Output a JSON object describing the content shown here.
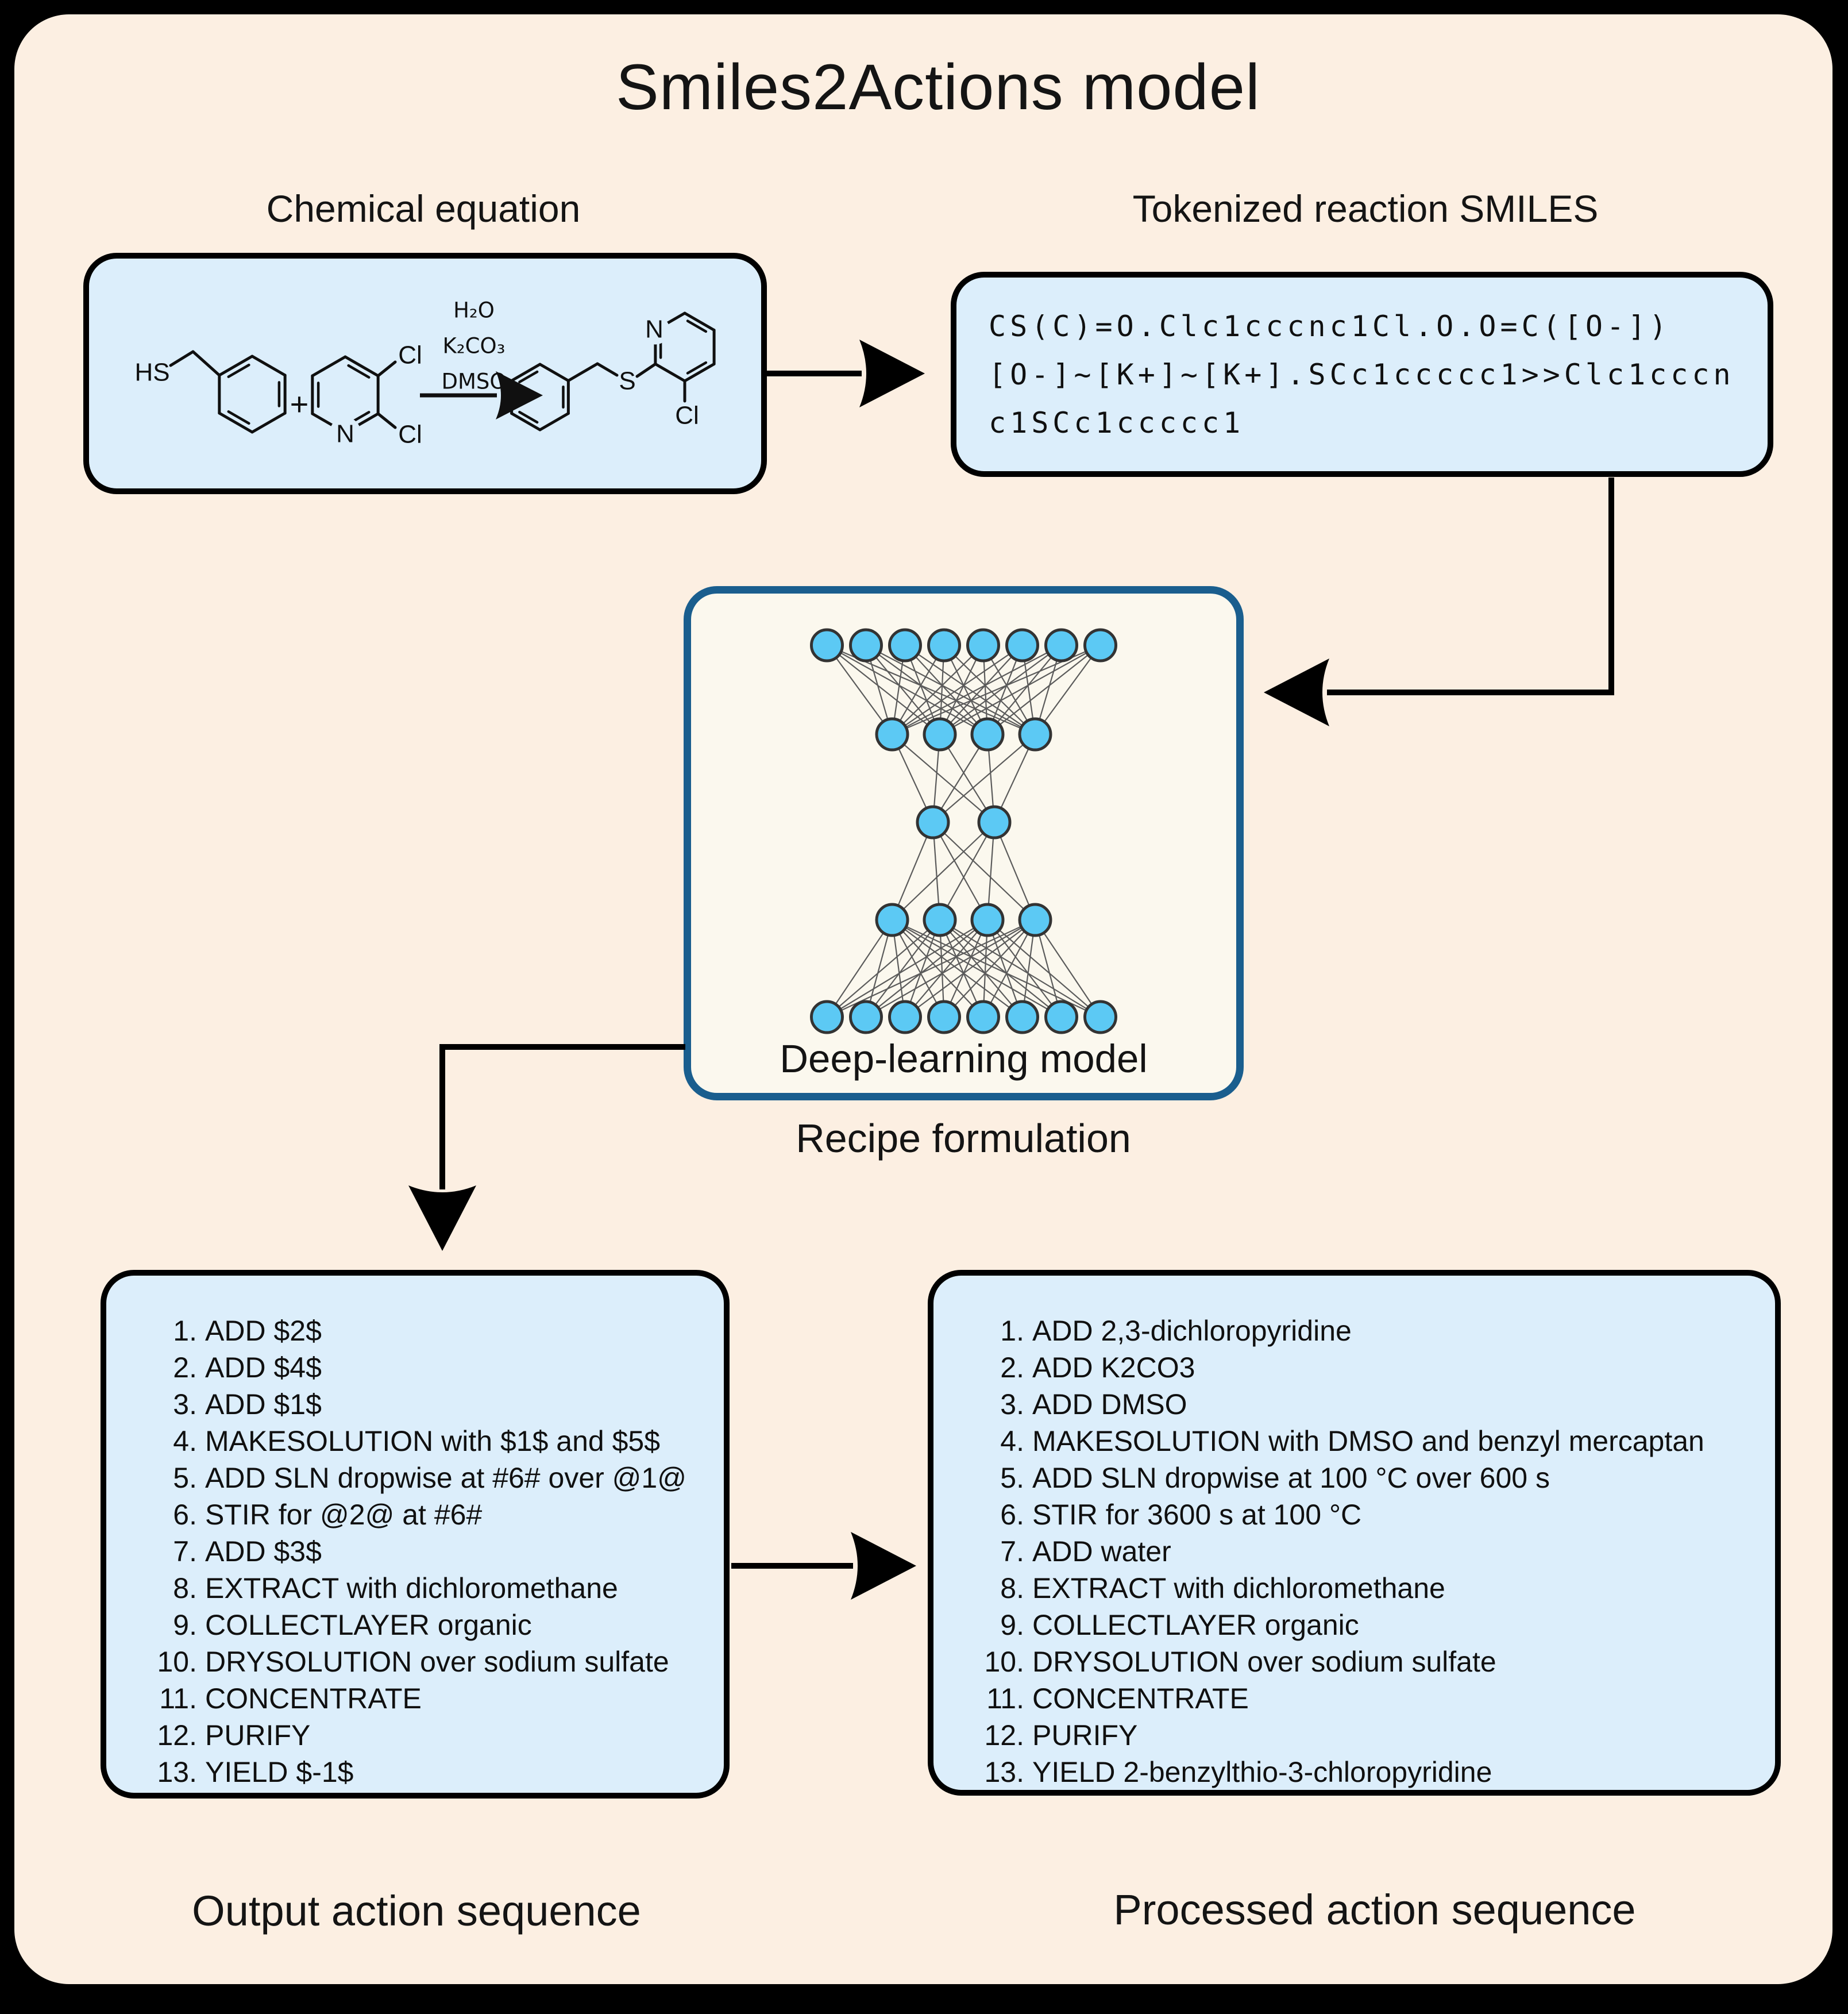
{
  "title": "Smiles2Actions model",
  "colors": {
    "background": "#fcefe2",
    "panel_blue": "#dceefb",
    "deep_panel_bg": "#fbf8ee",
    "deep_panel_border": "#1a5e8e",
    "node_fill": "#5cc9f4",
    "node_stroke": "#333333",
    "edge_gray": "#5b5b5b",
    "outline_black": "#000000",
    "text_black": "#141414"
  },
  "chemical_equation": {
    "label": "Chemical equation",
    "atom_labels": {
      "thiol": "HS",
      "plus": "+",
      "pyridine_n": "N",
      "chloro_top": "Cl",
      "chloro_bottom": "Cl",
      "sulfide": "S",
      "product_n": "N",
      "product_cl": "Cl"
    },
    "reagents": [
      "H₂O",
      "K₂CO₃",
      "DMSO"
    ]
  },
  "tokenized_smiles": {
    "label": "Tokenized reaction SMILES",
    "lines": [
      "CS(C)=O.Clc1cccnc1Cl.O.O=C([O-])",
      "[O-]~[K+]~[K+].SCc1ccccc1>>Clc1cccn",
      "c1SCc1ccccc1"
    ]
  },
  "model": {
    "caption": "Deep-learning model",
    "stage_label": "Recipe formulation",
    "network_layers": [
      8,
      4,
      2,
      4,
      8
    ]
  },
  "output_sequence": {
    "label": "Output action sequence",
    "items": [
      {
        "num": "1.",
        "text": "ADD $2$"
      },
      {
        "num": "2.",
        "text": "ADD $4$"
      },
      {
        "num": "3.",
        "text": "ADD $1$"
      },
      {
        "num": "4.",
        "text": "MAKESOLUTION with $1$ and $5$"
      },
      {
        "num": "5.",
        "text": "ADD SLN dropwise at #6# over @1@"
      },
      {
        "num": "6.",
        "text": "STIR for @2@ at #6#"
      },
      {
        "num": "7.",
        "text": "ADD $3$"
      },
      {
        "num": "8.",
        "text": "EXTRACT with dichloromethane"
      },
      {
        "num": "9.",
        "text": "COLLECTLAYER organic"
      },
      {
        "num": "10.",
        "text": "DRYSOLUTION over sodium sulfate"
      },
      {
        "num": "11.",
        "text": "CONCENTRATE"
      },
      {
        "num": "12.",
        "text": "PURIFY"
      },
      {
        "num": "13.",
        "text": "YIELD $-1$"
      }
    ]
  },
  "processed_sequence": {
    "label": "Processed action sequence",
    "items": [
      {
        "num": "1.",
        "text": "ADD 2,3-dichloropyridine"
      },
      {
        "num": "2.",
        "text": "ADD K2CO3"
      },
      {
        "num": "3.",
        "text": "ADD DMSO"
      },
      {
        "num": "4.",
        "text": "MAKESOLUTION with DMSO and benzyl mercaptan"
      },
      {
        "num": "5.",
        "text": "ADD SLN dropwise at 100 °C over 600 s"
      },
      {
        "num": "6.",
        "text": "STIR for 3600 s at 100 °C"
      },
      {
        "num": "7.",
        "text": "ADD water"
      },
      {
        "num": "8.",
        "text": "EXTRACT with dichloromethane"
      },
      {
        "num": "9.",
        "text": "COLLECTLAYER organic"
      },
      {
        "num": "10.",
        "text": "DRYSOLUTION over sodium sulfate"
      },
      {
        "num": "11.",
        "text": "CONCENTRATE"
      },
      {
        "num": "12.",
        "text": "PURIFY"
      },
      {
        "num": "13.",
        "text": "YIELD 2-benzylthio-3-chloropyridine"
      }
    ]
  }
}
